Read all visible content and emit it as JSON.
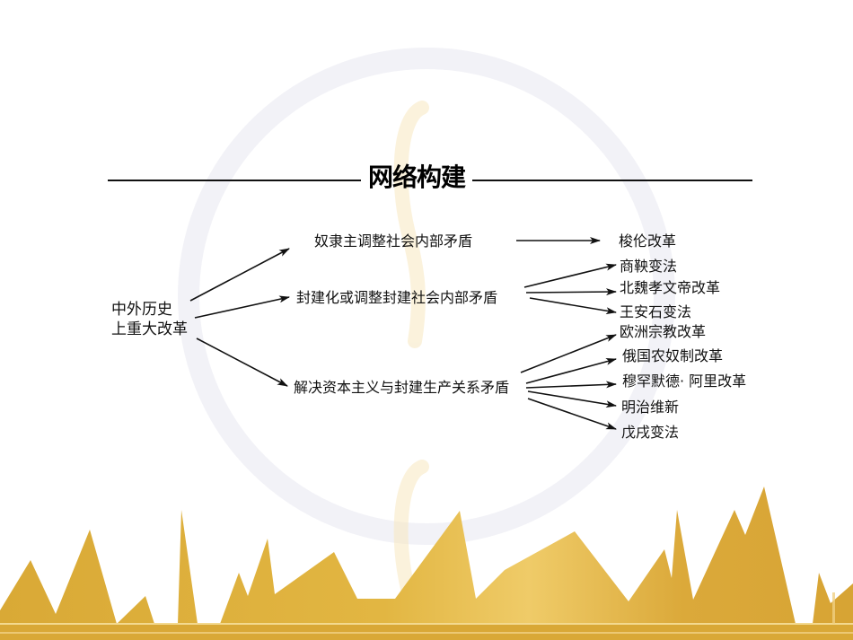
{
  "slide": {
    "title": "网络构建",
    "colors": {
      "gold": "#DDAE3A",
      "gold_light": "#F0D48A",
      "watermark_ring": "#F1F1F6",
      "watermark_glyph": "#FBF1DA",
      "text": "#111111"
    }
  },
  "diagram": {
    "root": {
      "line1": "中外历史",
      "line2": "上重大改革"
    },
    "branches": [
      {
        "label": "奴隶主调整社会内部矛盾",
        "children": [
          "梭伦改革"
        ]
      },
      {
        "label": "封建化或调整封建社会内部矛盾",
        "children": [
          "商鞅变法",
          "北魏孝文帝改革",
          "王安石变法"
        ]
      },
      {
        "label": "解决资本主义与封建生产关系矛盾",
        "children": [
          "欧洲宗教改革",
          "俄国农奴制改革",
          "穆罕默德· 阿里改革",
          "明治维新",
          "戊戌变法"
        ]
      }
    ]
  }
}
